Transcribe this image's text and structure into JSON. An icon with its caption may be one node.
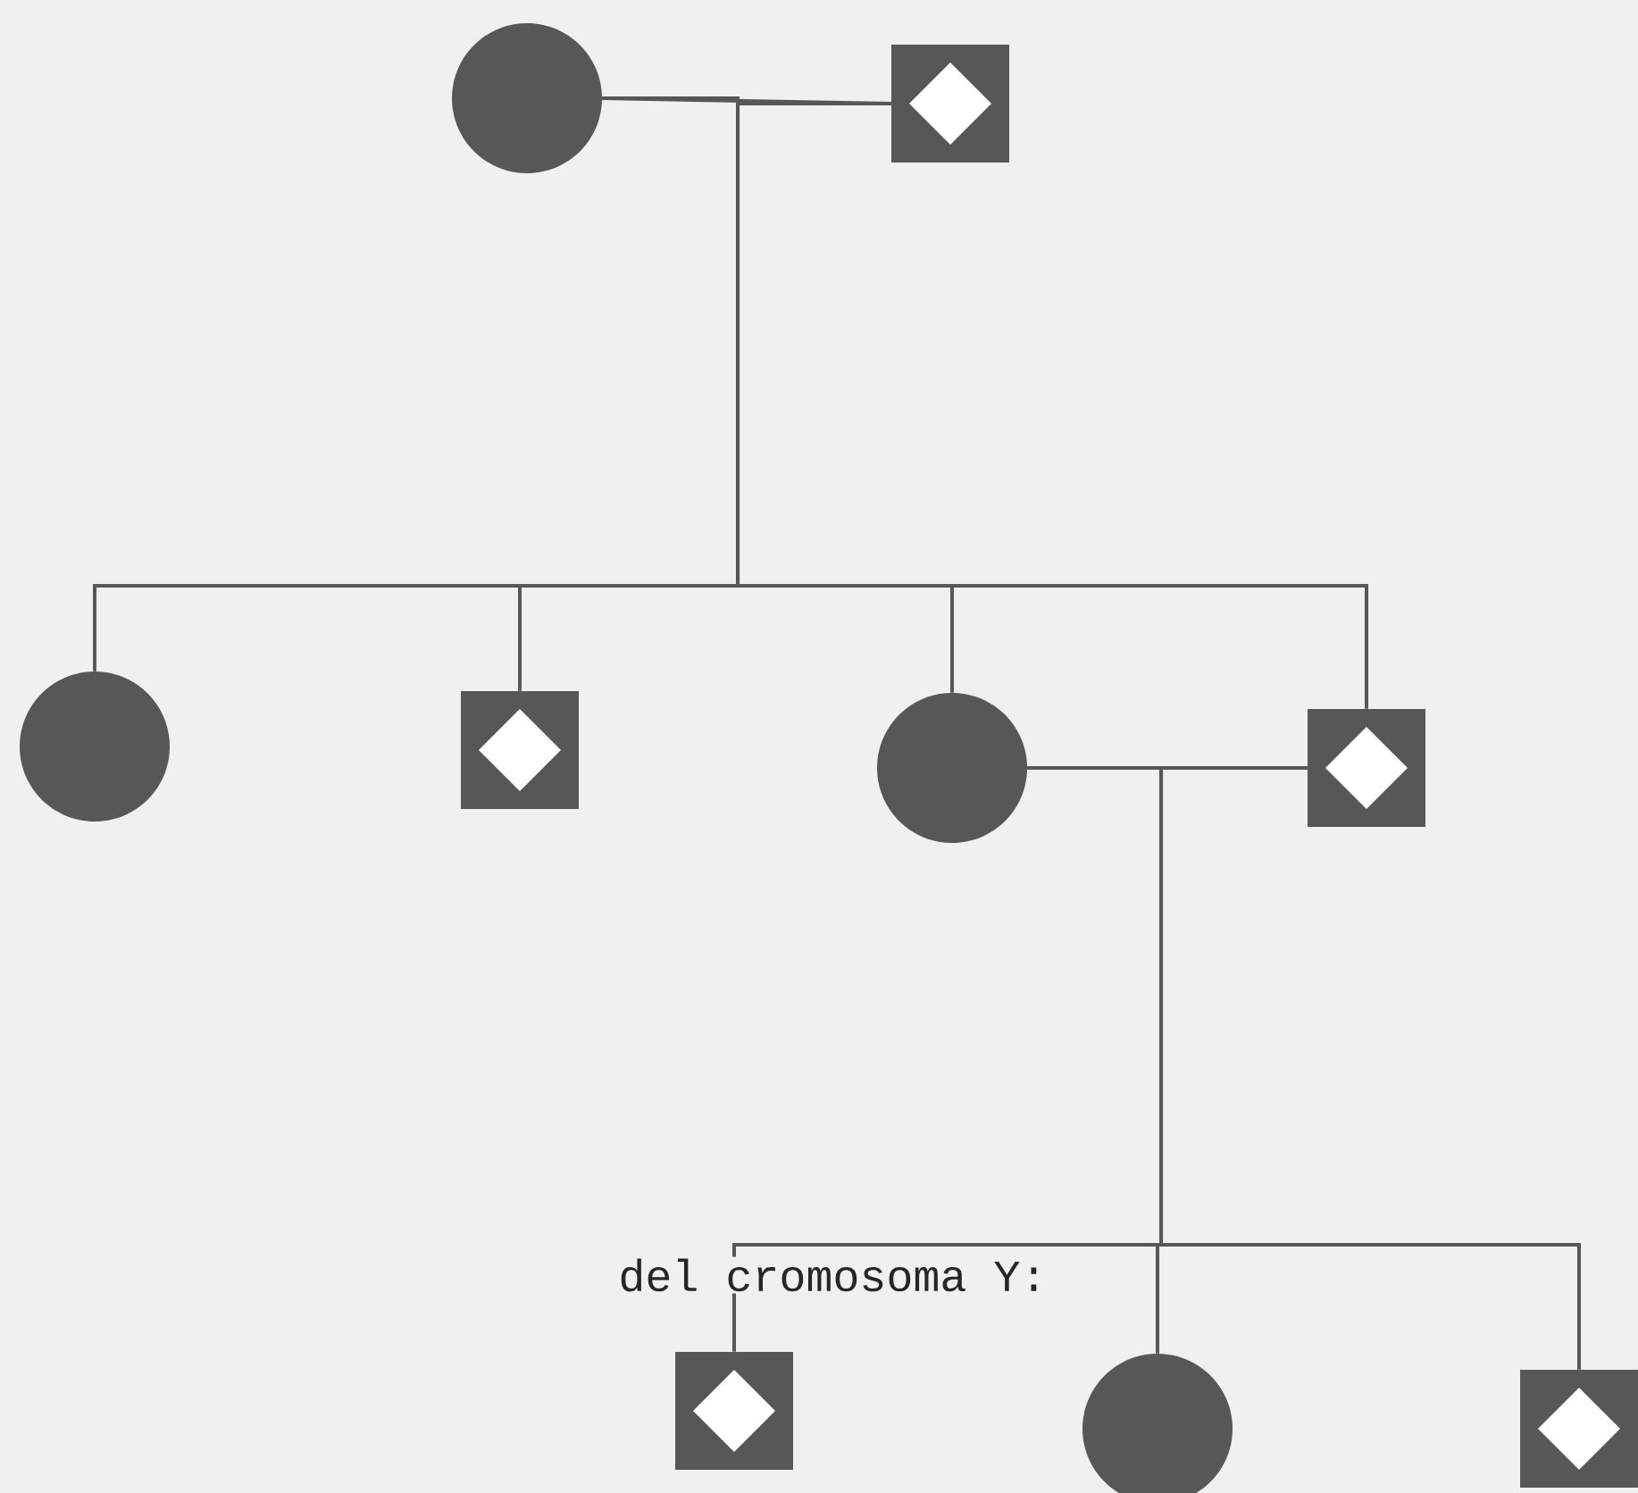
{
  "diagram": {
    "nodes": [
      {
        "text": [],
        "shape": "circle"
      },
      {
        "text": [],
        "shape": "box"
      },
      {
        "text": [],
        "shape": "circle"
      },
      {
        "text": [],
        "shape": "box"
      },
      {
        "text": [],
        "shape": "circle"
      },
      {
        "text": [],
        "shape": "box"
      },
      {
        "text": [],
        "shape": "box"
      },
      {
        "text": [],
        "shape": "circle"
      },
      {
        "text": [],
        "shape": "box"
      }
    ],
    "edges": [
      {
        "from": 0,
        "to": 1,
        "arrow": "none"
      },
      {
        "from": 0,
        "to": 2,
        "arrow": "none"
      },
      {
        "from": 0,
        "to": 3,
        "arrow": "none"
      },
      {
        "from": 0,
        "to": 4,
        "arrow": "none"
      },
      {
        "from": 0,
        "to": 5,
        "arrow": "none"
      },
      {
        "from": 1,
        "to": 2,
        "arrow": "none"
      },
      {
        "from": 1,
        "to": 3,
        "arrow": "none"
      },
      {
        "from": 1,
        "to": 4,
        "arrow": "none"
      },
      {
        "from": 1,
        "to": 5,
        "arrow": "none"
      },
      {
        "from": 4,
        "to": 5,
        "arrow": "none"
      },
      {
        "from": 4,
        "to": 6,
        "arrow": "none"
      },
      {
        "from": 4,
        "to": 7,
        "arrow": "none"
      },
      {
        "from": 4,
        "to": 8,
        "arrow": "none"
      },
      {
        "from": 5,
        "to": 6,
        "arrow": "none"
      },
      {
        "from": 5,
        "to": 7,
        "arrow": "none"
      },
      {
        "from": 5,
        "to": 8,
        "arrow": "none"
      }
    ],
    "labels": [
      "del cromosoma Y:"
    ]
  }
}
